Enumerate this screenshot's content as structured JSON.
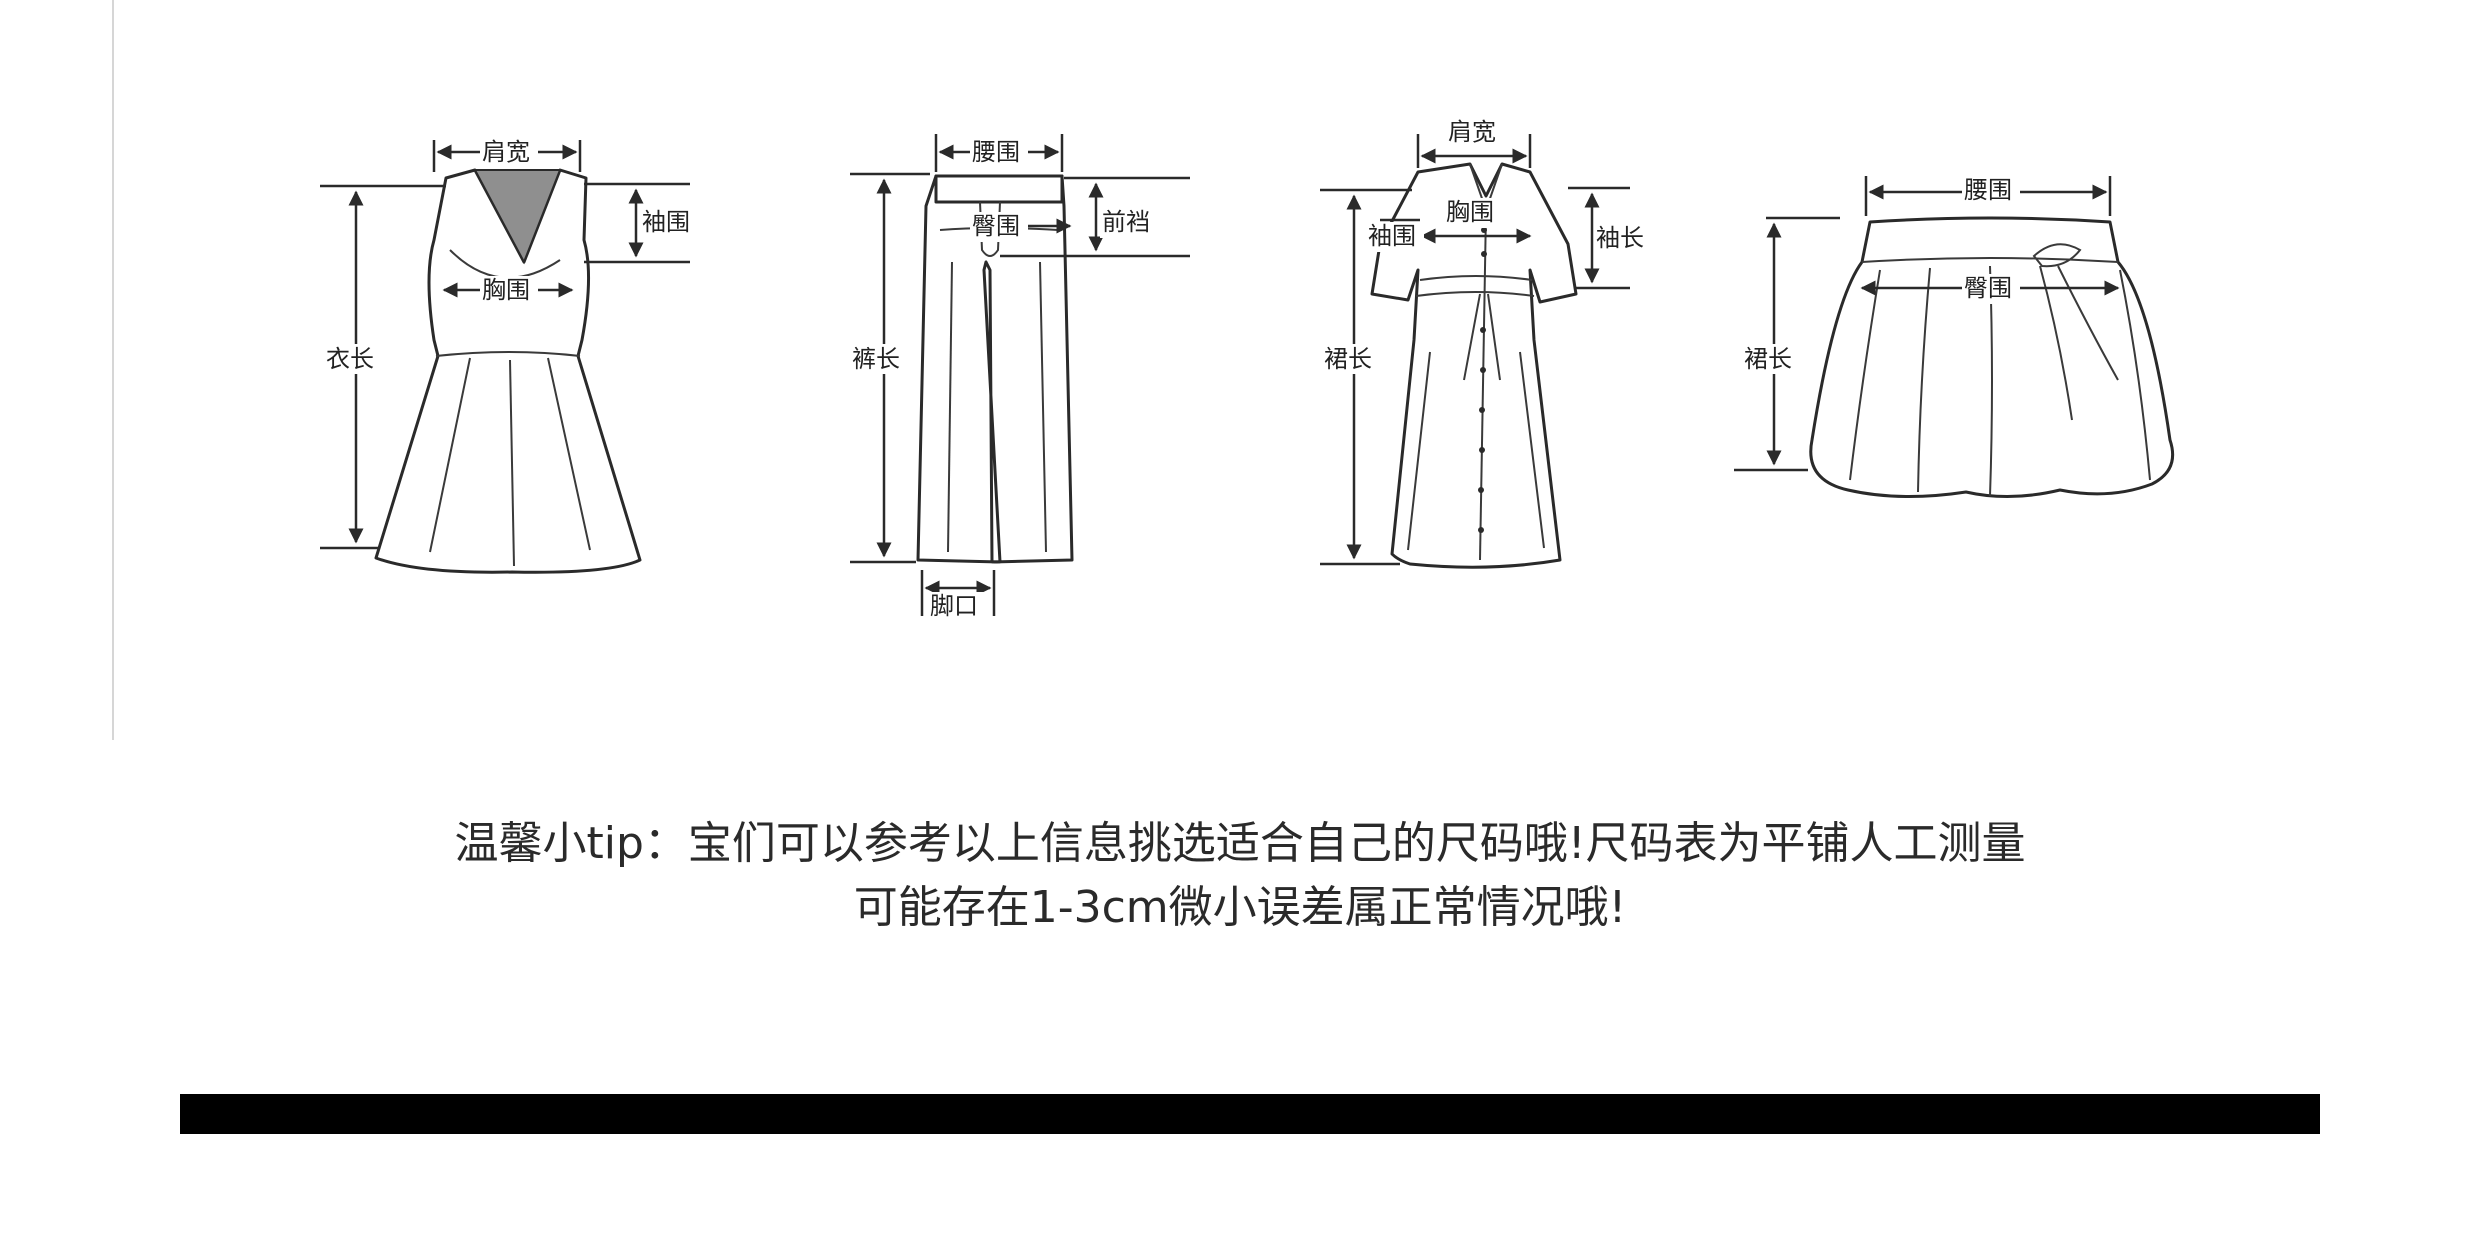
{
  "labels": {
    "dress": {
      "shoulder": "肩宽",
      "sleeve_opening": "袖围",
      "chest": "胸围",
      "length": "衣长"
    },
    "pants": {
      "waist": "腰围",
      "hip": "臀围",
      "front_rise": "前裆",
      "length": "裤长",
      "leg_opening": "脚口"
    },
    "long_dress": {
      "shoulder": "肩宽",
      "chest": "胸围",
      "sleeve_opening": "袖围",
      "sleeve_length": "袖长",
      "length": "裙长"
    },
    "skirt": {
      "waist": "腰围",
      "hip": "臀围",
      "length": "裙长"
    }
  },
  "tip": {
    "line1": "温馨小tip：宝们可以参考以上信息挑选适合自己的尺码哦!尺码表为平铺人工测量",
    "line2": "可能存在1-3cm微小误差属正常情况哦!"
  },
  "colors": {
    "line": "#2a2a2a",
    "bar": "#000000",
    "tint": "#8f8f8f"
  }
}
